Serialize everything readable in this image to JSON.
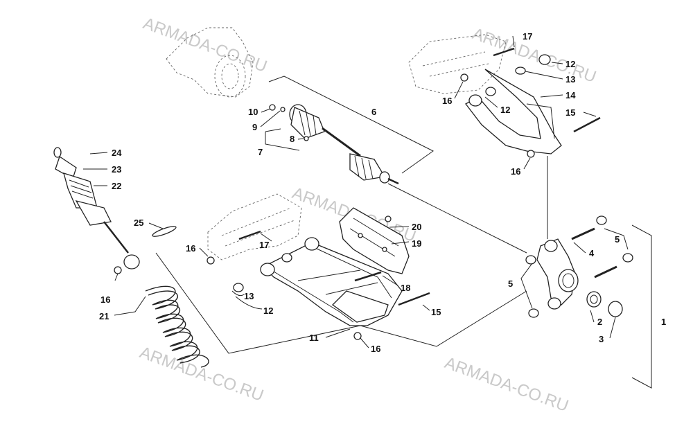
{
  "watermarks": [
    {
      "text": "ARMADA-CO.RU"
    },
    {
      "text": "ARMADA-CO.RU"
    },
    {
      "text": "ARMADA-CO.RU"
    },
    {
      "text": "ARMADA-CO.RU"
    },
    {
      "text": "ARMADA-CO.RU"
    }
  ],
  "callouts": {
    "c1": "1",
    "c2": "2",
    "c3": "3",
    "c4": "4",
    "c5a": "5",
    "c5b": "5",
    "c6": "6",
    "c7": "7",
    "c8": "8",
    "c9": "9",
    "c10": "10",
    "c11": "11",
    "c12a": "12",
    "c12b": "12",
    "c12c": "12",
    "c13a": "13",
    "c13b": "13",
    "c14": "14",
    "c15a": "15",
    "c15b": "15",
    "c16a": "16",
    "c16b": "16",
    "c16c": "16",
    "c16d": "16",
    "c16e": "16",
    "c17a": "17",
    "c17b": "17",
    "c18": "18",
    "c19": "19",
    "c20": "20",
    "c21": "21",
    "c22": "22",
    "c23": "23",
    "c24": "24",
    "c25": "25"
  }
}
